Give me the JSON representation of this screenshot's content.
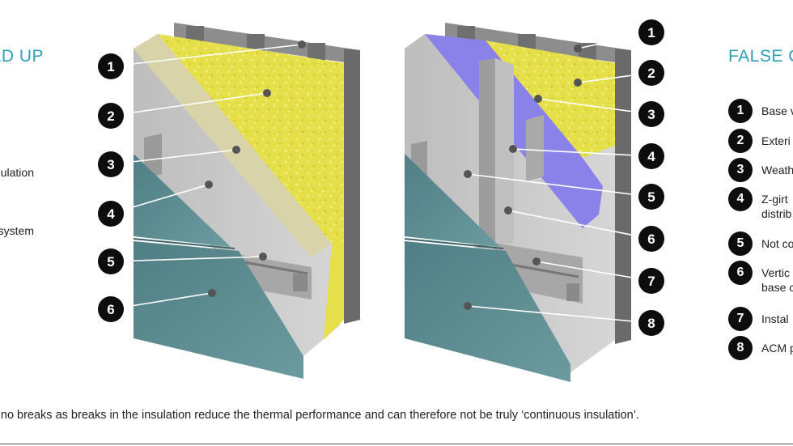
{
  "left_panel": {
    "heading": "LD UP",
    "labels": [
      "ulation",
      "system"
    ],
    "callouts": [
      "1",
      "2",
      "3",
      "4",
      "5",
      "6"
    ]
  },
  "right_panel": {
    "heading": "FALSE C",
    "callouts": [
      "1",
      "2",
      "3",
      "4",
      "5",
      "6",
      "7",
      "8"
    ],
    "legend": [
      {
        "num": "1",
        "lines": [
          "Base v"
        ]
      },
      {
        "num": "2",
        "lines": [
          "Exteri"
        ]
      },
      {
        "num": "3",
        "lines": [
          "Weath"
        ]
      },
      {
        "num": "4",
        "lines": [
          "Z-girt",
          "distrib"
        ]
      },
      {
        "num": "5",
        "lines": [
          "Not co"
        ]
      },
      {
        "num": "6",
        "lines": [
          "Vertic",
          "base c"
        ]
      },
      {
        "num": "7",
        "lines": [
          "Instal"
        ]
      },
      {
        "num": "8",
        "lines": [
          "ACM p"
        ]
      }
    ]
  },
  "footnote": "ation has no breaks as breaks in the insulation reduce the thermal performance and can therefore not be truly ‘continuous insulation’.",
  "colors": {
    "heading": "#2aa0b6",
    "insulation": "#e5e04a",
    "barrier": "#8a82e8",
    "panel": "#56858a",
    "backing": "#c4c4c4",
    "callout": "#0d0d0d"
  }
}
